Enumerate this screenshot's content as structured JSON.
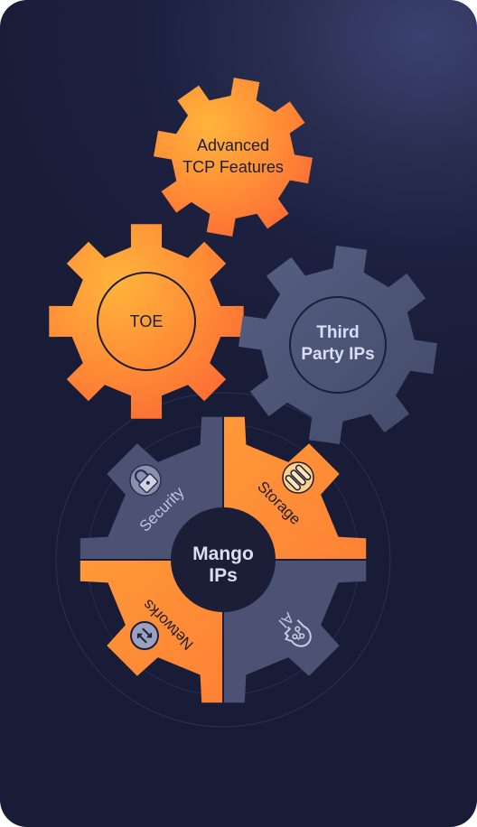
{
  "gears": {
    "advanced_tcp": {
      "line1": "Advanced",
      "line2": "TCP Features"
    },
    "toe": {
      "label": "TOE"
    },
    "third_party": {
      "line1": "Third",
      "line2": "Party IPs"
    },
    "mango": {
      "center_line1": "Mango",
      "center_line2": "IPs",
      "quadrants": {
        "security": "Security",
        "storage": "Storage",
        "networks": "Networks",
        "ai": "AI"
      }
    }
  },
  "colors": {
    "orange_light": "#ffa83a",
    "orange_dark": "#fe7a33",
    "slate": "#4b5274",
    "center": "#1b1e36",
    "background": "#1d2140"
  }
}
